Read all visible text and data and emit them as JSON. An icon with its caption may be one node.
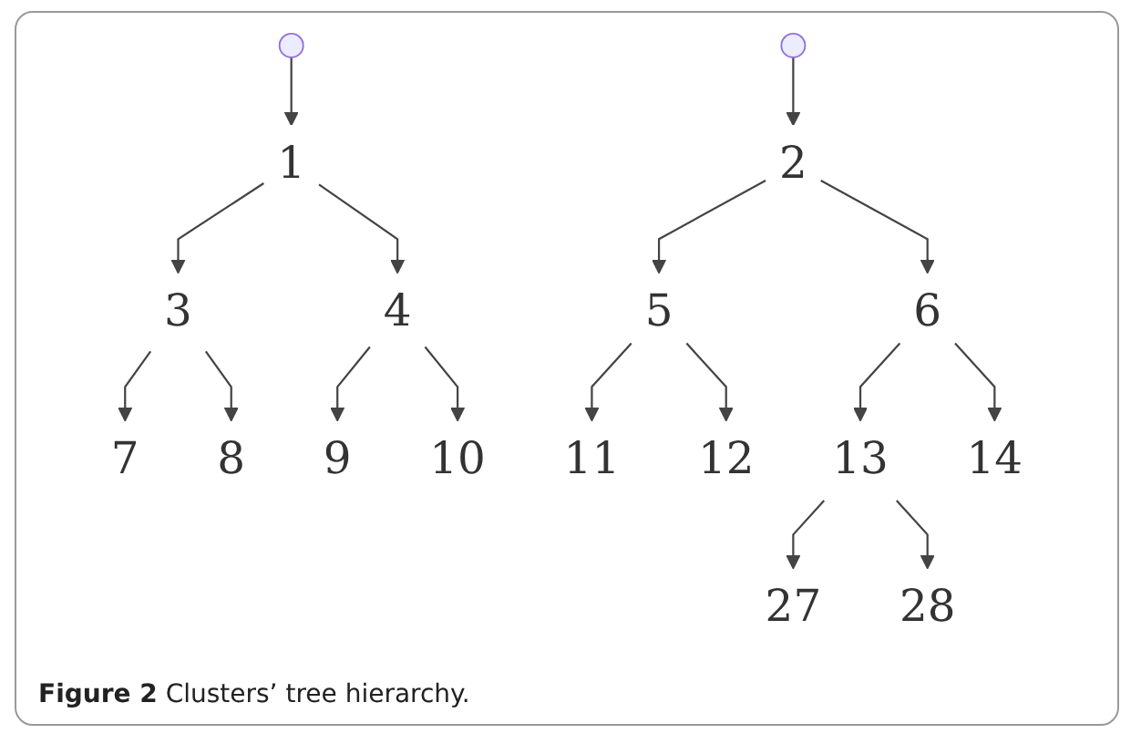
{
  "diagram": {
    "caption": "**Figure 2** Clusters’ tree hierarchy.",
    "nodes": [
      {
        "text": [
          "1"
        ]
      },
      {
        "text": [
          "2"
        ]
      },
      {
        "text": [
          "3"
        ]
      },
      {
        "text": [
          "4"
        ]
      },
      {
        "text": [
          "5"
        ]
      },
      {
        "text": [
          "6"
        ]
      },
      {
        "text": [
          "7"
        ]
      },
      {
        "text": [
          "8"
        ]
      },
      {
        "text": [
          "9"
        ]
      },
      {
        "text": [
          "10"
        ]
      },
      {
        "text": [
          "11"
        ]
      },
      {
        "text": [
          "12"
        ]
      },
      {
        "text": [
          "13"
        ]
      },
      {
        "text": [
          "14"
        ]
      },
      {
        "text": [
          "27"
        ]
      },
      {
        "text": [
          "28"
        ]
      }
    ],
    "edges": [
      {
        "from": null,
        "to": 0,
        "arrow": "to"
      },
      {
        "from": null,
        "to": 1,
        "arrow": "to"
      },
      {
        "from": 0,
        "to": 2,
        "arrow": "to"
      },
      {
        "from": 0,
        "to": 3,
        "arrow": "to"
      },
      {
        "from": 1,
        "to": 4,
        "arrow": "to"
      },
      {
        "from": 1,
        "to": 5,
        "arrow": "to"
      },
      {
        "from": 2,
        "to": 6,
        "arrow": "to"
      },
      {
        "from": 2,
        "to": 7,
        "arrow": "to"
      },
      {
        "from": 3,
        "to": 8,
        "arrow": "to"
      },
      {
        "from": 3,
        "to": 9,
        "arrow": "to"
      },
      {
        "from": 4,
        "to": 10,
        "arrow": "to"
      },
      {
        "from": 4,
        "to": 11,
        "arrow": "to"
      },
      {
        "from": 5,
        "to": 12,
        "arrow": "to"
      },
      {
        "from": 5,
        "to": 13,
        "arrow": "to"
      },
      {
        "from": 12,
        "to": 14,
        "arrow": "to"
      },
      {
        "from": 12,
        "to": 15,
        "arrow": "to"
      }
    ]
  }
}
